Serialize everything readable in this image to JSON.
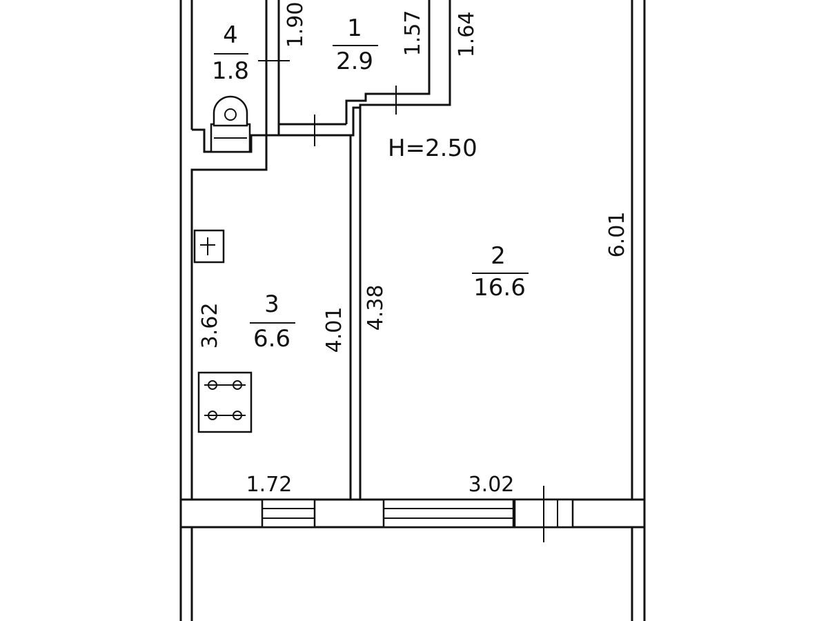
{
  "plan": {
    "ceiling_height": "H=2.50",
    "rooms": [
      {
        "id": "1",
        "number": "1",
        "area": "2.9"
      },
      {
        "id": "2",
        "number": "2",
        "area": "16.6"
      },
      {
        "id": "3",
        "number": "3",
        "area": "6.6"
      },
      {
        "id": "4",
        "number": "4",
        "area": "1.8"
      }
    ],
    "dimensions": {
      "d_190": "1.90",
      "d_157": "1.57",
      "d_164": "1.64",
      "d_601": "6.01",
      "d_438": "4.38",
      "d_401": "4.01",
      "d_362": "3.62",
      "d_172": "1.72",
      "d_302": "3.02"
    },
    "fixtures": {
      "toilet": "toilet-icon",
      "stove": "stove-icon",
      "sink": "sink-icon"
    }
  }
}
